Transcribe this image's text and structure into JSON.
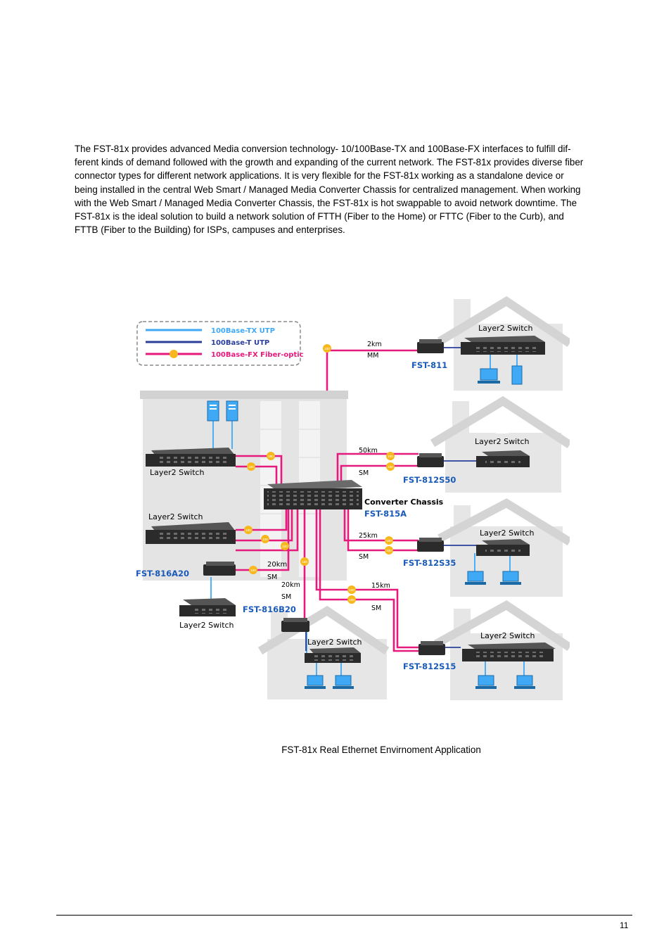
{
  "intro": {
    "lines": [
      "The FST-81x provides advanced Media conversion technology- 10/100Base-TX and 100Base-FX interfaces to fulfill dif-",
      "ferent kinds of demand followed with the growth and expanding of the current network. The FST-81x provides diverse fiber",
      "connector types for different network applications. It is very flexible for the FST-81x working as a standalone device or",
      "being installed in the central Web Smart / Managed Media Converter Chassis for centralized management.  When working",
      "with the Web Smart / Managed Media Converter Chassis, the FST-81x is hot swappable to avoid network downtime. The",
      "FST-81x is the ideal solution to build a network solution of FTTH (Fiber to the Home) or FTTC (Fiber to the Curb), and",
      "FTTB (Fiber to the Building) for ISPs, campuses and enterprises."
    ]
  },
  "diagram": {
    "legend": {
      "tx": "100Base-TX UTP",
      "t": "100Base-T UTP",
      "fx": "100Base-FX Fiber-optic"
    },
    "badge": "100",
    "switch_label": "Layer2 Switch",
    "chassis_label": "Converter Chassis",
    "chassis_model": "FST-815A",
    "models": {
      "m811": "FST-811",
      "m812s50": "FST-812S50",
      "m812s35": "FST-812S35",
      "m812s15": "FST-812S15",
      "m816a20": "FST-816A20",
      "m816b20": "FST-816B20"
    },
    "links": {
      "l2km": "2km",
      "mm": "MM",
      "l50km": "50km",
      "l25km": "25km",
      "l20km_a": "20km",
      "l20km_b": "20km",
      "l15km": "15km",
      "sm": "SM"
    },
    "colors": {
      "fiber": "#e6197d",
      "tx": "#3fa9f5",
      "t": "#2a3f9a",
      "model": "#1a5ab8"
    }
  },
  "caption": "FST-81x Real Ethernet Envirnoment Application",
  "footer": {
    "page_number": "11"
  }
}
